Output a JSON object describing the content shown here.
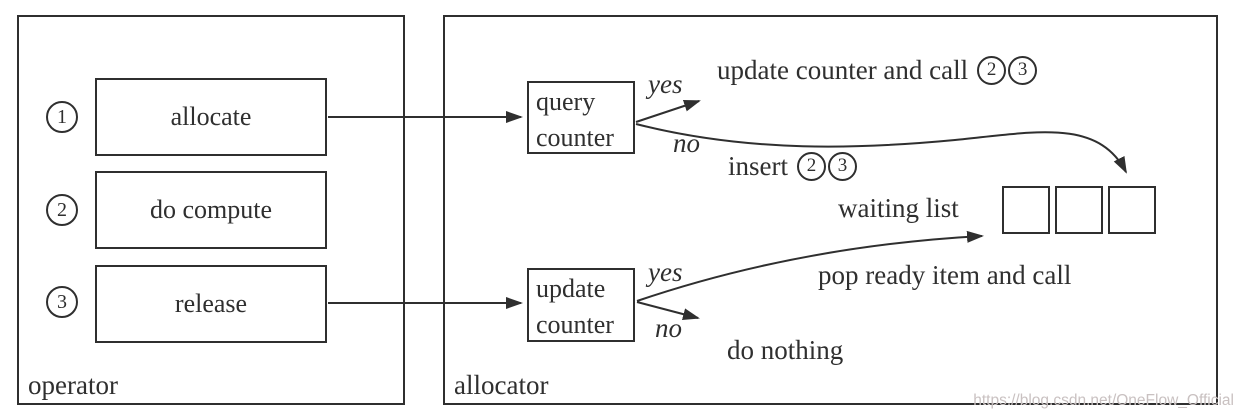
{
  "colors": {
    "line": "#2f2f2f",
    "watermark": "#c9c1c1",
    "background": "#ffffff"
  },
  "operator": {
    "label": "operator",
    "steps": [
      {
        "num": "1",
        "label": "allocate"
      },
      {
        "num": "2",
        "label": "do compute"
      },
      {
        "num": "3",
        "label": "release"
      }
    ]
  },
  "allocator": {
    "label": "allocator",
    "query_counter_line1": "query",
    "query_counter_line2": "counter",
    "update_counter_line1": "update",
    "update_counter_line2": "counter",
    "query_yes": "yes",
    "query_no": "no",
    "update_yes": "yes",
    "update_no": "no",
    "update_call_text": "update counter and call",
    "insert_text": "insert",
    "badge2": "2",
    "badge3": "3",
    "waiting_list_label": "waiting list",
    "waiting_list_slots": 3,
    "pop_ready_text": "pop ready item and call",
    "do_nothing_text": "do nothing"
  },
  "watermark": "https://blog.csdn.net/OneFlow_Official"
}
